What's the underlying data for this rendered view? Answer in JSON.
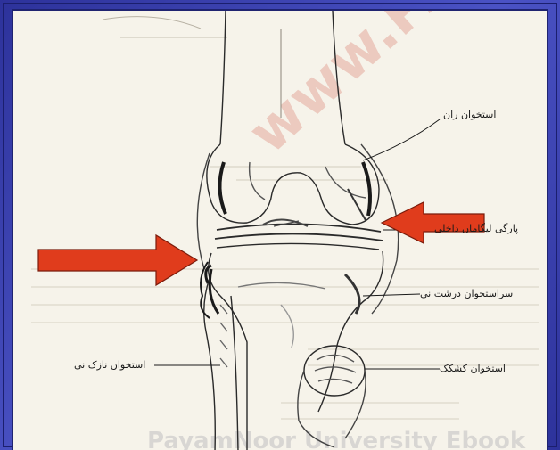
{
  "labels": {
    "femur": "استخوان ران",
    "ligament_tear": "پارگی لیگامان داخلی",
    "tibia_head": "سراستخوان درشت نی",
    "fibula": "استخوان نازک نی",
    "patella": "استخوان کشکک"
  },
  "watermark": {
    "text": "www.PAYAM*P",
    "footer": "PayamNoor University Ebook"
  },
  "colors": {
    "frame": "#3a41a8",
    "paper": "#f6f3ea",
    "arrow": "#e03c1c",
    "ink": "#1a1a1a"
  },
  "arrows": [
    "right-pointing-arrow",
    "left-pointing-arrow"
  ]
}
